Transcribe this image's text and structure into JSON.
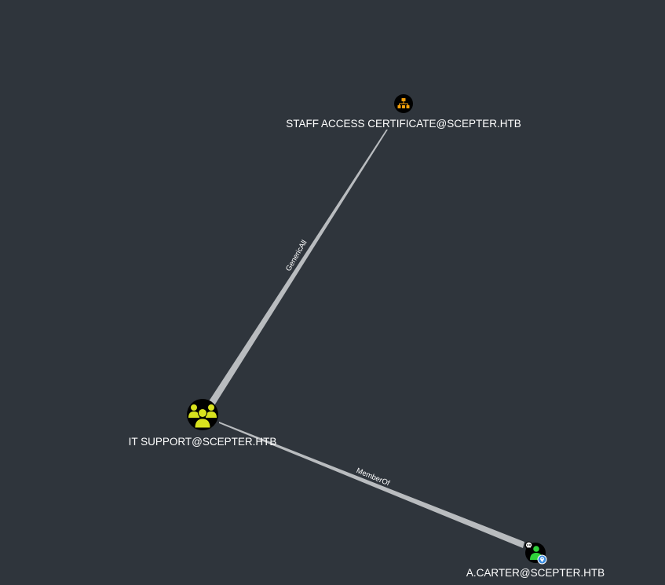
{
  "graph": {
    "nodes": [
      {
        "id": "staff_access_cert",
        "label": "STAFF ACCESS CERTIFICATE@SCEPTER.HTB",
        "type": "ou",
        "icon": "org-chart-icon",
        "color": "#f5a00a"
      },
      {
        "id": "it_support",
        "label": "IT SUPPORT@SCEPTER.HTB",
        "type": "group",
        "icon": "users-group-icon",
        "color": "#d8e21e"
      },
      {
        "id": "a_carter",
        "label": "A.CARTER@SCEPTER.HTB",
        "type": "user",
        "icon": "user-icon",
        "color": "#2fd13b",
        "badges": [
          "skull-icon",
          "location-pin-icon"
        ]
      }
    ],
    "edges": [
      {
        "id": "edge_genericall",
        "source": "it_support",
        "target": "staff_access_cert",
        "label": "GenericAll"
      },
      {
        "id": "edge_memberof",
        "source": "a_carter",
        "target": "it_support",
        "label": "MemberOf"
      }
    ]
  },
  "colors": {
    "background": "#2f353c",
    "edge": "#b9bcbf",
    "label_text": "#ffffff",
    "node_fill": "#000000",
    "pin_badge": "#3b8de0"
  }
}
